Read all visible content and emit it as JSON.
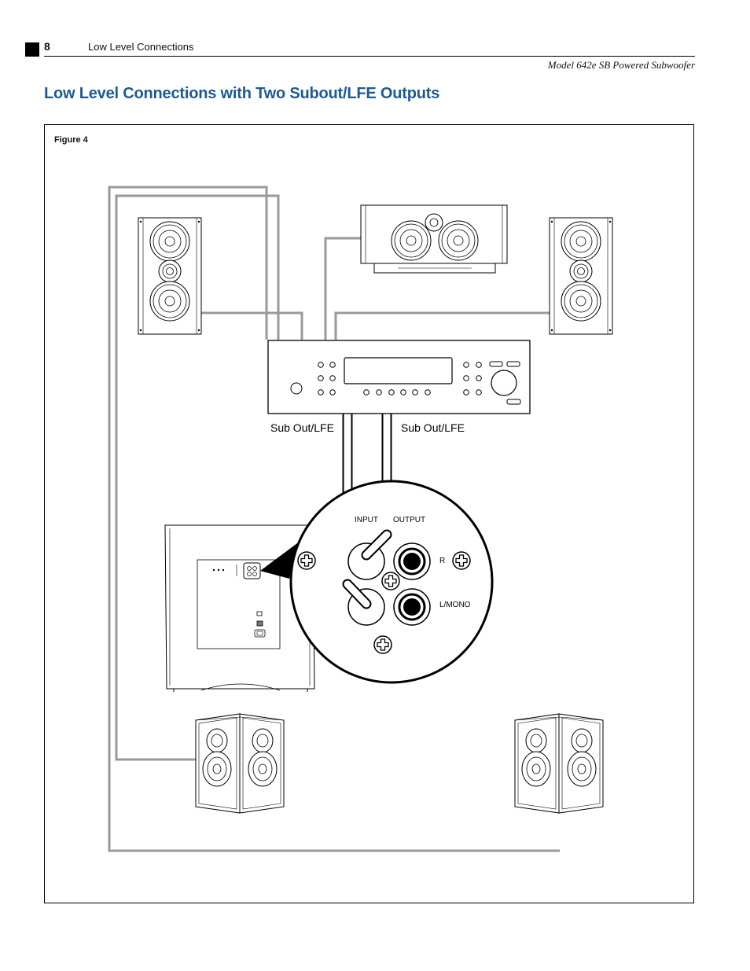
{
  "header": {
    "page_number": "8",
    "section": "Low Level Connections",
    "model": "Model 642e SB Powered Subwoofer"
  },
  "title": "Low Level Connections with Two Subout/LFE Outputs",
  "figure": {
    "label": "Figure 4",
    "callouts": {
      "left": "Sub Out/LFE",
      "right": "Sub Out/LFE"
    },
    "jacks": {
      "input": "INPUT",
      "output": "OUTPUT",
      "right": "R",
      "left_mono": "L/MONO"
    }
  }
}
